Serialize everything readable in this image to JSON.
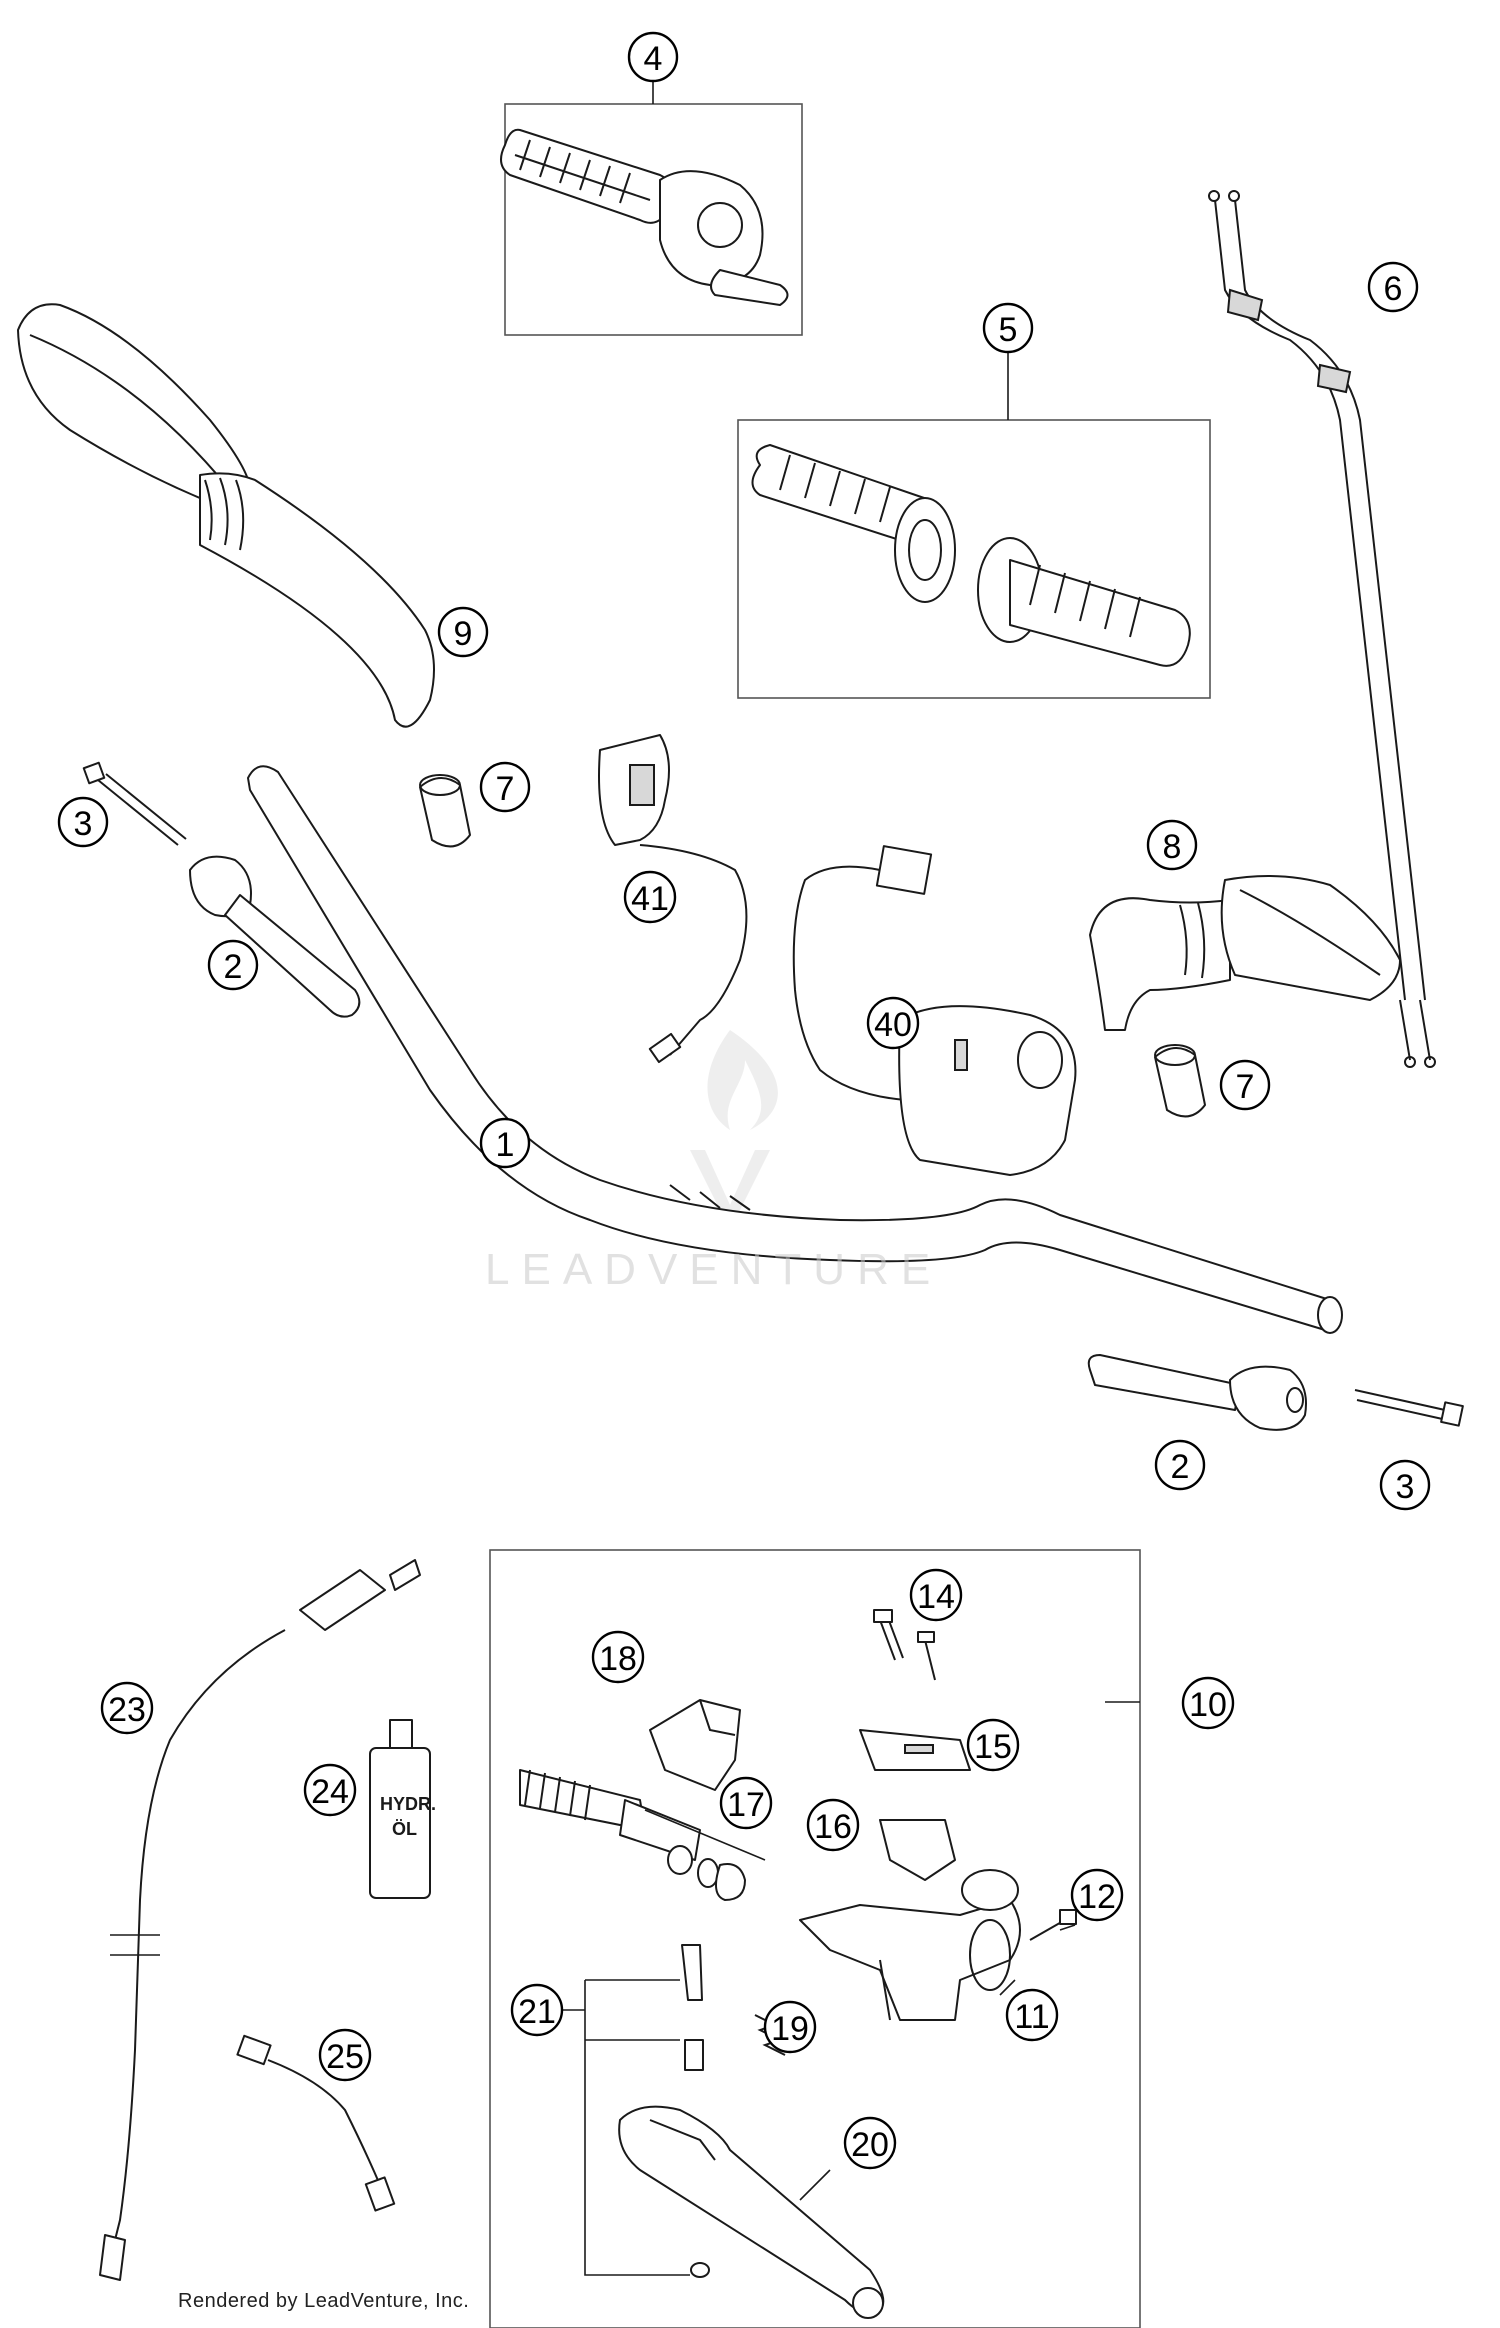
{
  "callouts": {
    "c1": "1",
    "c2a": "2",
    "c2b": "2",
    "c3a": "3",
    "c3b": "3",
    "c4": "4",
    "c5": "5",
    "c6": "6",
    "c7a": "7",
    "c7b": "7",
    "c8": "8",
    "c9": "9",
    "c10": "10",
    "c11": "11",
    "c12": "12",
    "c14": "14",
    "c15": "15",
    "c16": "16",
    "c17": "17",
    "c18": "18",
    "c19": "19",
    "c20": "20",
    "c21": "21",
    "c23": "23",
    "c24": "24",
    "c25": "25",
    "c40": "40",
    "c41": "41"
  },
  "bottle": {
    "line1": "HYDR.",
    "line2": "ÖL"
  },
  "watermark": "LEADVENTURE",
  "credit": "Rendered by LeadVenture, Inc."
}
